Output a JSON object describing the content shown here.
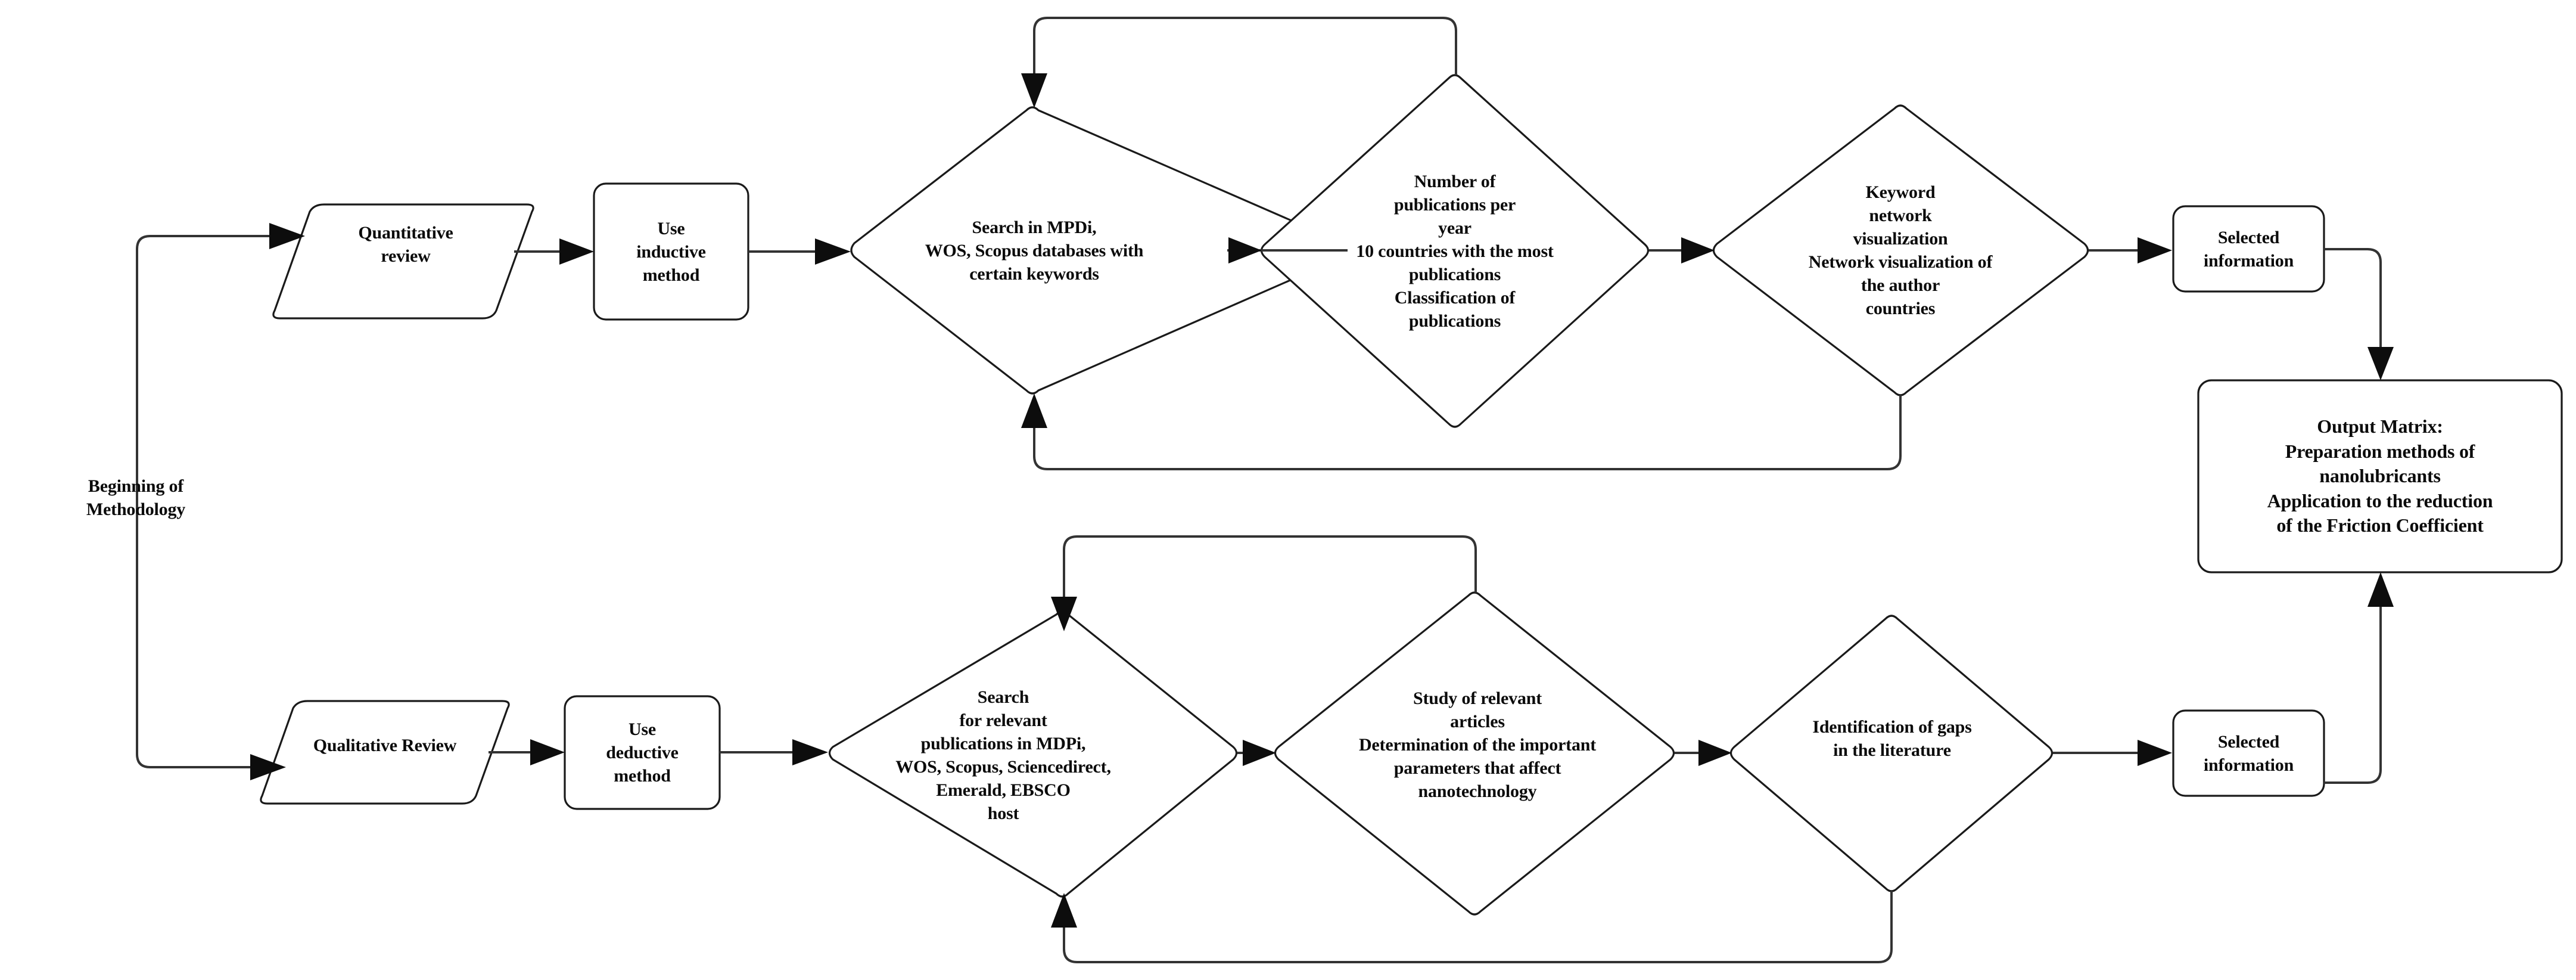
{
  "diagram": {
    "title": "Methodology Flowchart",
    "orientation": "left-to-right, two parallel branches",
    "line_color": "#333333",
    "shape_fill": "#ffffff",
    "shape_stroke": "#1a1a1a",
    "text_color": "#0b0b0b"
  },
  "nodes": {
    "start": {
      "shape": "rounded-rectangle",
      "label": "Beginning of\nMethodology"
    },
    "quantitative_review": {
      "shape": "parallelogram",
      "label": "Quantitative\nreview"
    },
    "inductive_method": {
      "shape": "rounded-rectangle",
      "label": "Use\ninductive\nmethod"
    },
    "search_databases_quant": {
      "shape": "diamond",
      "label": "Search in MPDi,\nWOS, Scopus databases with\ncertain keywords"
    },
    "publication_statistics": {
      "shape": "diamond",
      "label": "Number of\npublications per\nyear\n10 countries with the most\npublications\nClassification of\npublications"
    },
    "network_visualization": {
      "shape": "diamond",
      "label": "Keyword\nnetwork\nvisualization\nNetwork visualization of\nthe author\ncountries"
    },
    "selected_information_top": {
      "shape": "rounded-rectangle",
      "label": "Selected\ninformation"
    },
    "qualitative_review": {
      "shape": "parallelogram",
      "label": "Qualitative Review"
    },
    "deductive_method": {
      "shape": "rounded-rectangle",
      "label": "Use\ndeductive\nmethod"
    },
    "search_databases_qual": {
      "shape": "diamond",
      "label": "Search\nfor relevant\npublications in MDPi,\nWOS, Scopus, Sciencedirect,\nEmerald, EBSCO\nhost"
    },
    "study_articles": {
      "shape": "diamond",
      "label": "Study of relevant\narticles\nDetermination of the important\nparameters that affect\nnanotechnology"
    },
    "identification_gaps": {
      "shape": "diamond",
      "label": "Identification of gaps\nin the literature"
    },
    "selected_information_bottom": {
      "shape": "rounded-rectangle",
      "label": "Selected\ninformation"
    },
    "output_matrix": {
      "shape": "rounded-rectangle",
      "label": "Output Matrix:\nPreparation methods of\nnanolubricants\nApplication to the reduction\nof the Friction Coefficient"
    }
  },
  "edges": [
    {
      "from": "start",
      "to": "quantitative_review",
      "kind": "branch-up"
    },
    {
      "from": "start",
      "to": "qualitative_review",
      "kind": "branch-down"
    },
    {
      "from": "quantitative_review",
      "to": "inductive_method",
      "kind": "straight"
    },
    {
      "from": "inductive_method",
      "to": "search_databases_quant",
      "kind": "straight"
    },
    {
      "from": "search_databases_quant",
      "to": "publication_statistics",
      "kind": "straight"
    },
    {
      "from": "publication_statistics",
      "to": "network_visualization",
      "kind": "straight"
    },
    {
      "from": "network_visualization",
      "to": "selected_information_top",
      "kind": "straight"
    },
    {
      "from": "publication_statistics",
      "to": "search_databases_quant",
      "kind": "feedback-over-top"
    },
    {
      "from": "network_visualization",
      "to": "search_databases_quant",
      "kind": "feedback-under-bottom"
    },
    {
      "from": "selected_information_top",
      "to": "output_matrix",
      "kind": "elbow-down"
    },
    {
      "from": "qualitative_review",
      "to": "deductive_method",
      "kind": "straight"
    },
    {
      "from": "deductive_method",
      "to": "search_databases_qual",
      "kind": "straight"
    },
    {
      "from": "search_databases_qual",
      "to": "study_articles",
      "kind": "straight"
    },
    {
      "from": "study_articles",
      "to": "identification_gaps",
      "kind": "straight"
    },
    {
      "from": "identification_gaps",
      "to": "selected_information_bottom",
      "kind": "straight"
    },
    {
      "from": "study_articles",
      "to": "search_databases_qual",
      "kind": "feedback-over-top"
    },
    {
      "from": "identification_gaps",
      "to": "search_databases_qual",
      "kind": "feedback-under-bottom"
    },
    {
      "from": "selected_information_bottom",
      "to": "output_matrix",
      "kind": "elbow-up"
    }
  ]
}
